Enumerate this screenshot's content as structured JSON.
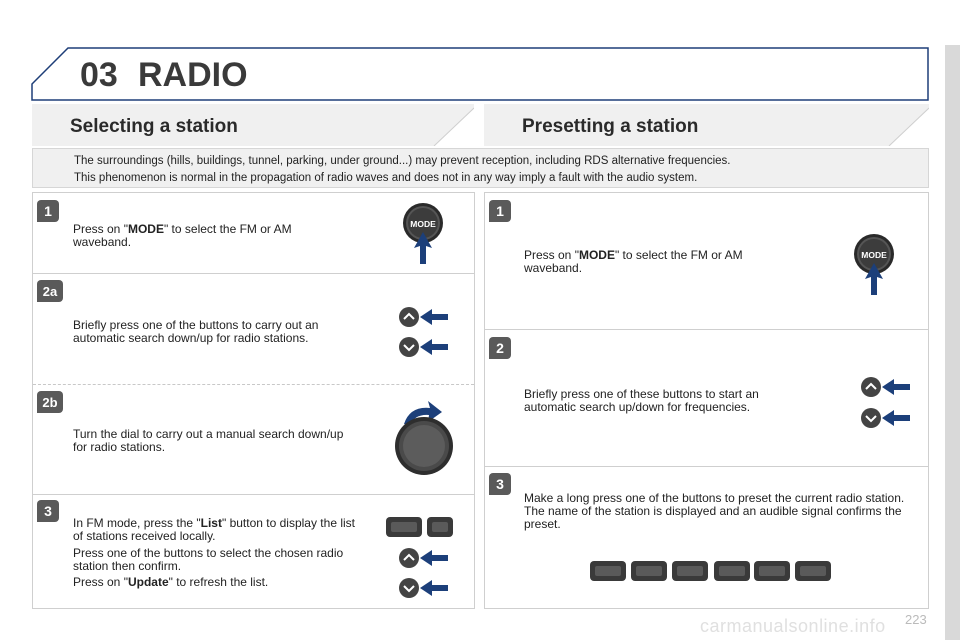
{
  "chapter": {
    "number": "03",
    "title": "RADIO"
  },
  "sections": {
    "left_title": "Selecting a station",
    "right_title": "Presetting a station"
  },
  "notice": {
    "line1": "The surroundings (hills, buildings, tunnel, parking, under ground...) may prevent reception, including RDS alternative frequencies.",
    "line2": "This phenomenon is normal in the propagation of radio waves and does not in any way imply a fault with the audio system."
  },
  "left": {
    "s1": {
      "badge": "1",
      "pre": "Press on \"",
      "key": "MODE",
      "post": "\" to select the FM or AM waveband.",
      "button_label": "MODE"
    },
    "s2a": {
      "badge": "2a",
      "text": "Briefly press one of the buttons to carry out an automatic search down/up for radio stations."
    },
    "s2b": {
      "badge": "2b",
      "text": "Turn the dial to carry out a manual search down/up for radio stations."
    },
    "s3": {
      "badge": "3",
      "p1_pre": "In FM mode, press the \"",
      "p1_key": "List",
      "p1_post": "\" button to display the list of stations received locally.",
      "p2": "Press one of the buttons to select the chosen radio station then confirm.",
      "p3_pre": "Press on \"",
      "p3_key": "Update",
      "p3_post": "\" to refresh the list."
    }
  },
  "right": {
    "s1": {
      "badge": "1",
      "pre": "Press on \"",
      "key": "MODE",
      "post": "\" to select the FM or AM waveband.",
      "button_label": "MODE"
    },
    "s2": {
      "badge": "2",
      "text": "Briefly press one of these buttons to start an automatic search up/down for frequencies."
    },
    "s3": {
      "badge": "3",
      "text": "Make a long press one of the buttons to preset the current radio station. The name of the station is displayed and an audible signal confirms the preset."
    }
  },
  "page_number": "223",
  "watermark": "carmanualsonline.info",
  "colors": {
    "badge": "#5a5a5a",
    "arrow": "#1c3f7a",
    "panel_border": "#cfcfcf",
    "header": "#3a3a3a"
  }
}
